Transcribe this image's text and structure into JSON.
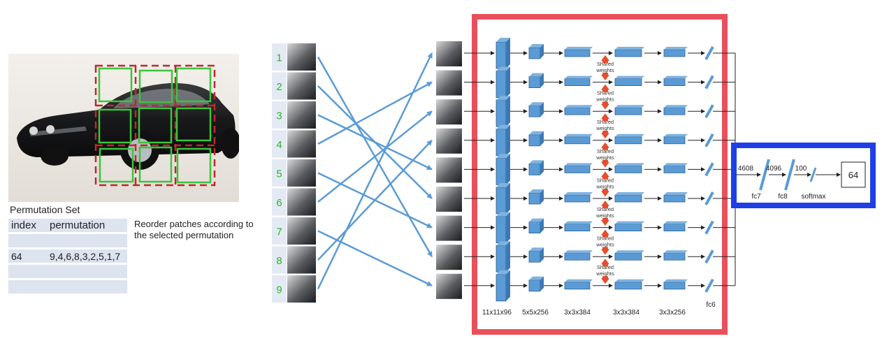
{
  "permutation_set": {
    "title": "Permutation Set",
    "headers": [
      "index",
      "permutation"
    ],
    "rows": [
      [
        "",
        ""
      ],
      [
        "64",
        "9,4,6,8,3,2,5,1,7"
      ],
      [
        "",
        ""
      ],
      [
        "",
        ""
      ]
    ]
  },
  "reorder_caption": "Reorder patches according to the selected permutation",
  "patch_numbers": [
    "1",
    "2",
    "3",
    "4",
    "5",
    "6",
    "7",
    "8",
    "9"
  ],
  "shared_weights_label": "Shared weights",
  "layer_labels": [
    "11x11x96",
    "5x5x256",
    "3x3x384",
    "3x3x384",
    "3x3x256",
    "fc6"
  ],
  "head": {
    "dims": [
      "4608",
      "4096",
      "100"
    ],
    "layers": [
      "fc7",
      "fc8",
      "softmax"
    ],
    "output": "64"
  },
  "colors": {
    "dashed_grid": "#c0272d",
    "patch_boxes": "#3cc43c",
    "arrows": "#5b9bd5",
    "siamese_frame": "#e8505b",
    "head_frame": "#1f3fe6",
    "conv_block": "#5b9bd5",
    "shared_arrow": "#e84c2c",
    "patch_number": "#2db32d"
  },
  "icons": [
    "car-photo",
    "image-patch",
    "conv-block",
    "fc-layer",
    "up-down-arrow"
  ]
}
